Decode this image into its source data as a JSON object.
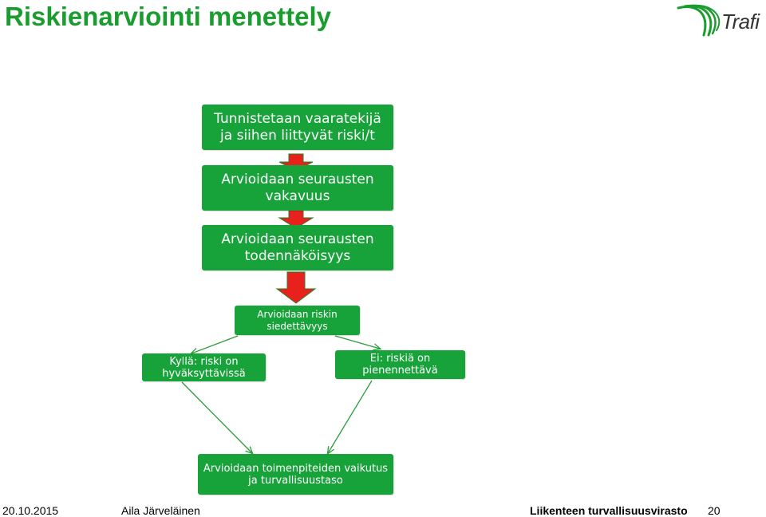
{
  "title": "Riskienarviointi menettely",
  "logo": {
    "text": "Trafi",
    "icon": "trafi-swoosh-icon"
  },
  "colors": {
    "accent": "#1a9d2e",
    "box": "#17a33a",
    "arrow": "#e8211c",
    "connector": "#2a9d3a"
  },
  "steps": [
    {
      "line1": "Tunnistetaan vaaratekijä",
      "line2": "ja siihen liittyvät riski/t"
    },
    {
      "line1": "Arvioidaan seurausten",
      "line2": "vakavuus"
    },
    {
      "line1": "Arvioidaan seurausten",
      "line2": "todennäköisyys"
    }
  ],
  "decision": {
    "line1": "Arvioidaan riskin",
    "line2": "siedettävyys"
  },
  "yes_branch": {
    "line1": "Kyllä: riski on",
    "line2": "hyväksyttävissä"
  },
  "no_branch": {
    "line1": "Ei: riskiä on",
    "line2": "pienennettävä"
  },
  "final": {
    "line1": "Arvioidaan toimenpiteiden vaikutus",
    "line2": "ja turvallisuustaso"
  },
  "footer": {
    "date": "20.10.2015",
    "author": "Aila Järveläinen",
    "organization": "Liikenteen turvallisuusvirasto",
    "page": "20"
  }
}
